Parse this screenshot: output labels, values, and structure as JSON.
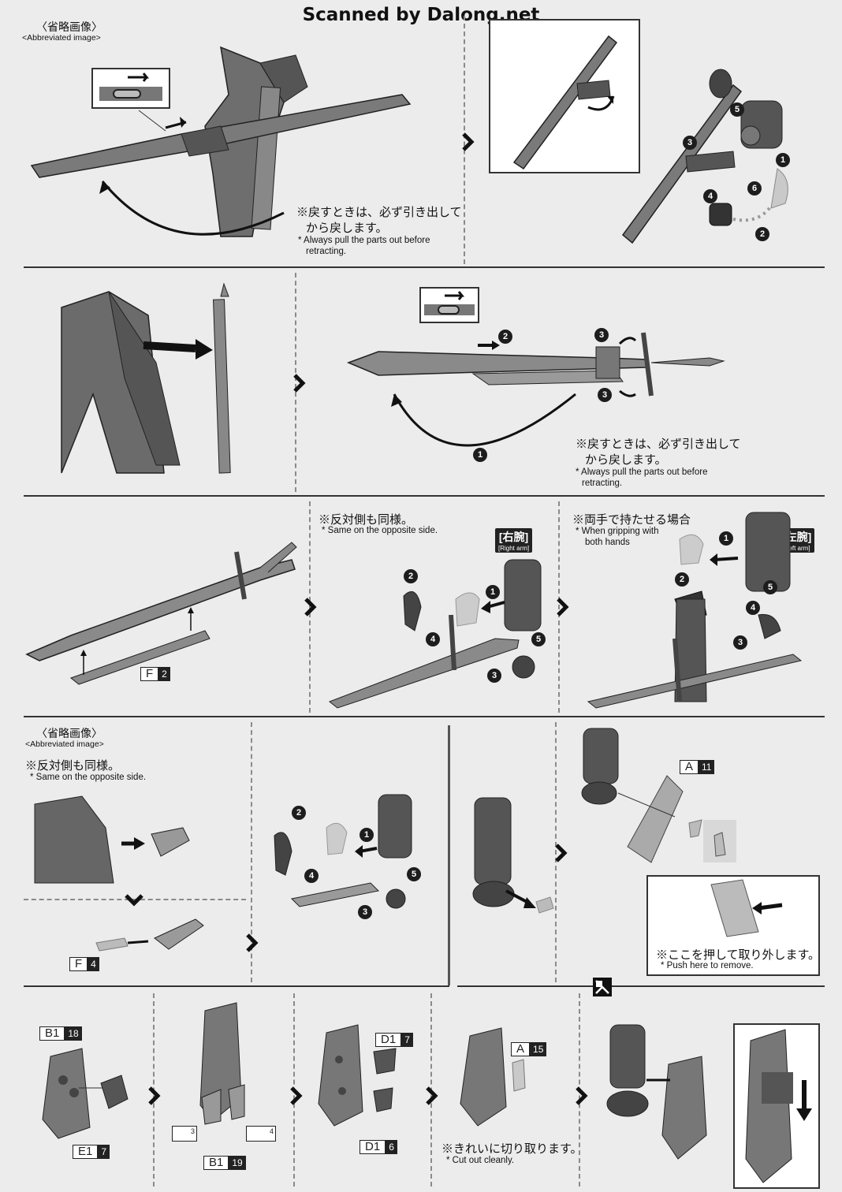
{
  "header": {
    "title": "Scanned by Dalong.net"
  },
  "panel1": {
    "abbr_jp": "〈省略画像〉",
    "abbr_en": "<Abbreviated image>",
    "note_jp_1": "※戻すときは、必ず引き出して",
    "note_jp_2": "から戻します。",
    "note_en_1": "* Always pull the parts out before",
    "note_en_2": "retracting.",
    "steps": [
      "1",
      "2",
      "3",
      "4",
      "5",
      "6"
    ]
  },
  "panel2": {
    "note_jp_1": "※戻すときは、必ず引き出して",
    "note_jp_2": "から戻します。",
    "note_en_1": "* Always pull the parts out before",
    "note_en_2": "retracting.",
    "steps": [
      "1",
      "2",
      "3",
      "3"
    ]
  },
  "panel3": {
    "part_tag": {
      "letter": "F",
      "number": "2"
    },
    "opposite_jp": "※反対側も同様。",
    "opposite_en": "* Same on the opposite side.",
    "right_arm_jp": "[右腕]",
    "right_arm_en": "[Right arm]",
    "both_hands_jp": "※両手で持たせる場合",
    "both_hands_en_1": "* When gripping with",
    "both_hands_en_2": "both hands",
    "left_arm_jp": "[左腕]",
    "left_arm_en": "[Left arm]",
    "steps_mid": [
      "1",
      "2",
      "3",
      "4",
      "5"
    ],
    "steps_right": [
      "1",
      "2",
      "3",
      "4",
      "5"
    ]
  },
  "panel4": {
    "abbr_jp": "〈省略画像〉",
    "abbr_en": "<Abbreviated image>",
    "opposite_jp": "※反対側も同様。",
    "opposite_en": "* Same on the opposite side.",
    "part_tag_f4": {
      "letter": "F",
      "number": "4"
    },
    "part_tag_a11": {
      "letter": "A",
      "number": "11"
    },
    "remove_jp": "※ここを押して取り外します。",
    "remove_en": "* Push here to remove.",
    "steps": [
      "1",
      "2",
      "3",
      "4",
      "5"
    ]
  },
  "panel5": {
    "tag_b1_18": {
      "letter": "B1",
      "number": "18"
    },
    "tag_e1_7": {
      "letter": "E1",
      "number": "7"
    },
    "tag_b1_19": {
      "letter": "B1",
      "number": "19"
    },
    "tag_3": "3",
    "tag_4": "4",
    "tag_d1_7": {
      "letter": "D1",
      "number": "7"
    },
    "tag_d1_6": {
      "letter": "D1",
      "number": "6"
    },
    "tag_a15": {
      "letter": "A",
      "number": "15"
    },
    "cut_jp": "※きれいに切り取ります。",
    "cut_en": "* Cut out cleanly."
  }
}
